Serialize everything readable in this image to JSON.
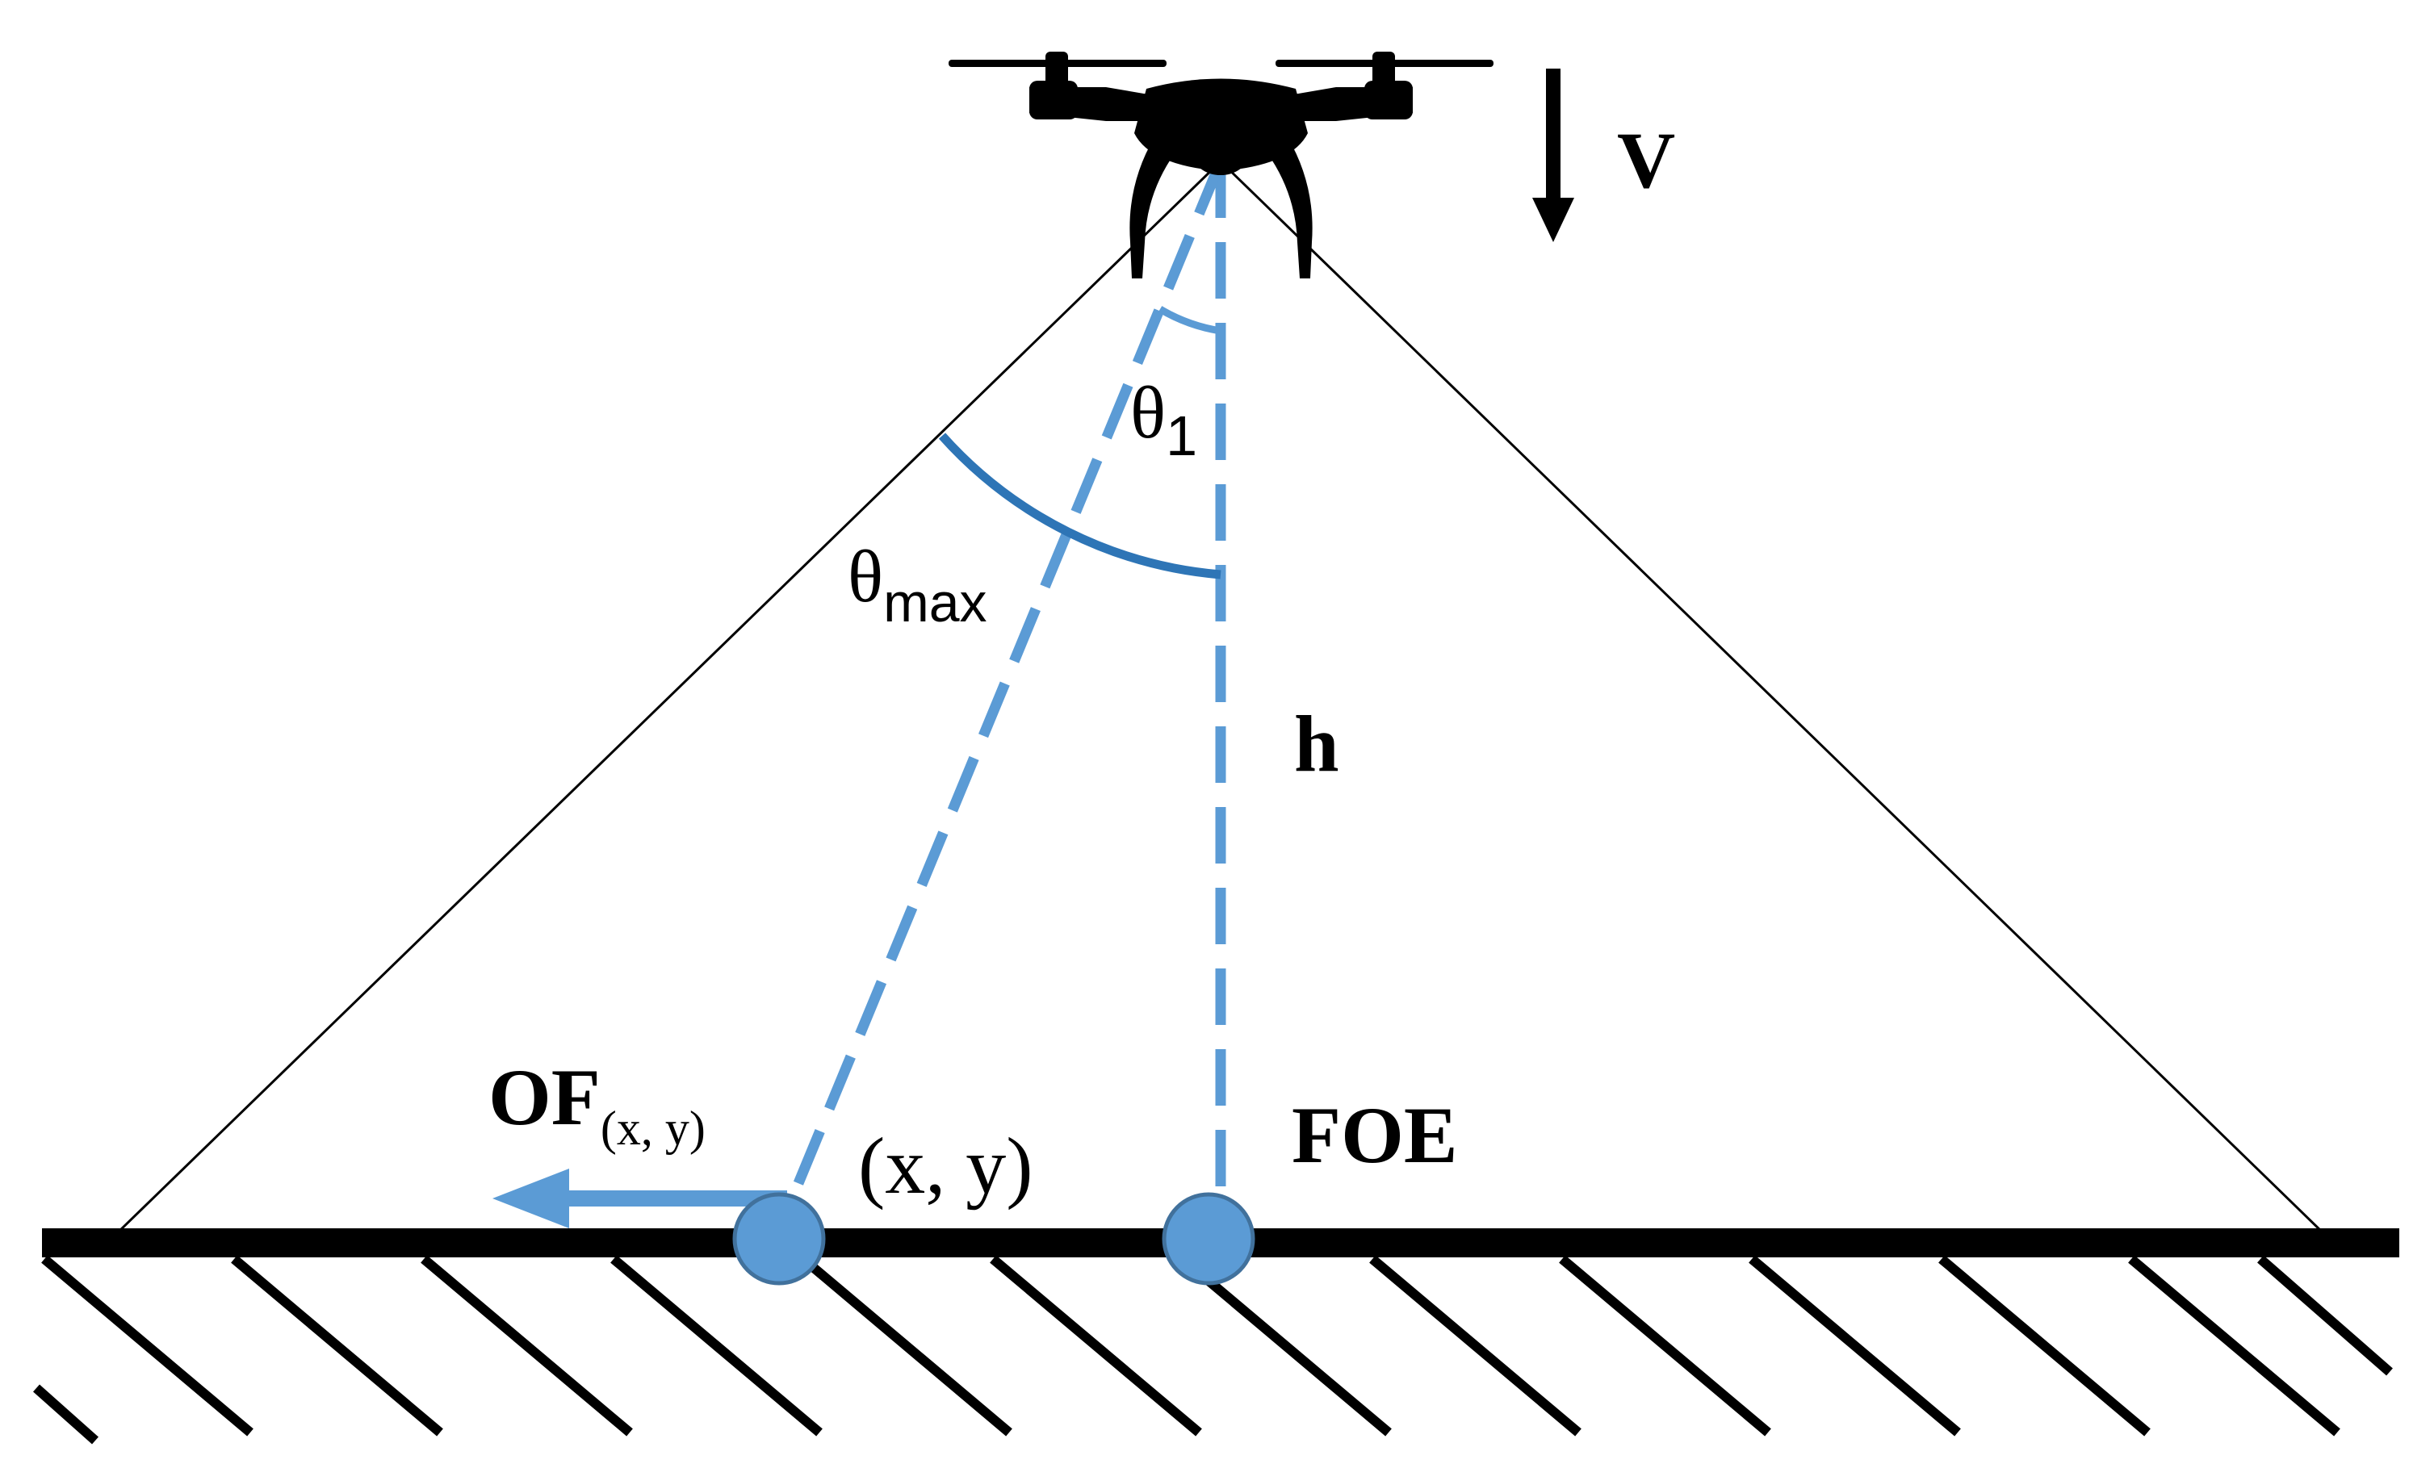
{
  "labels": {
    "velocity": "V",
    "theta1_base": "θ",
    "theta1_sub": "1",
    "thetamax_base": "θ",
    "thetamax_sub": "max",
    "height": "h",
    "of_base": "OF",
    "of_sub": "(x, y)",
    "point": "(x, y)",
    "foe": "FOE"
  },
  "icons": {
    "drone": "quadcopter-drone-icon",
    "velocity_arrow": "arrow-down-icon",
    "flow_arrow": "arrow-left-icon"
  },
  "colors": {
    "blue": "#5b9bd5",
    "blue_dark": "#2e75b6",
    "point_fill": "#5b9bd5",
    "point_stroke": "#41719c",
    "ground": "#000000"
  }
}
